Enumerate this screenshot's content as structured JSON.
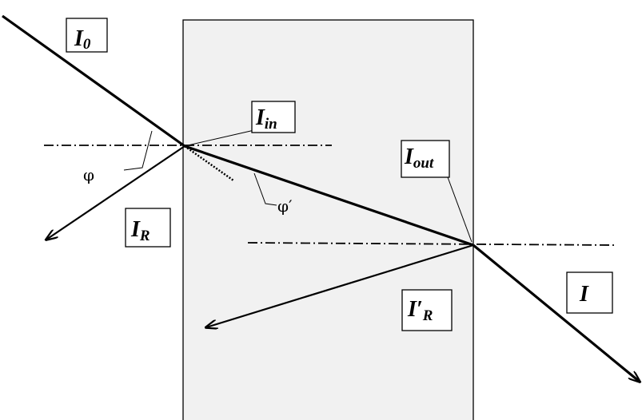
{
  "colors": {
    "background": "#ffffff",
    "slab": "#f1f1f1",
    "line": "#000000"
  },
  "labels": {
    "I0": {
      "main": "I",
      "sub": "0"
    },
    "Iin": {
      "main": "I",
      "sub": "in"
    },
    "IR": {
      "main": "I",
      "sub": "R"
    },
    "Iout": {
      "main": "I",
      "sub": "out"
    },
    "IprimeR": {
      "main": "I′",
      "sub": "R"
    },
    "I": {
      "main": "I",
      "sub": ""
    }
  },
  "angles": {
    "phi": "φ",
    "phi_prime": "φ′"
  }
}
